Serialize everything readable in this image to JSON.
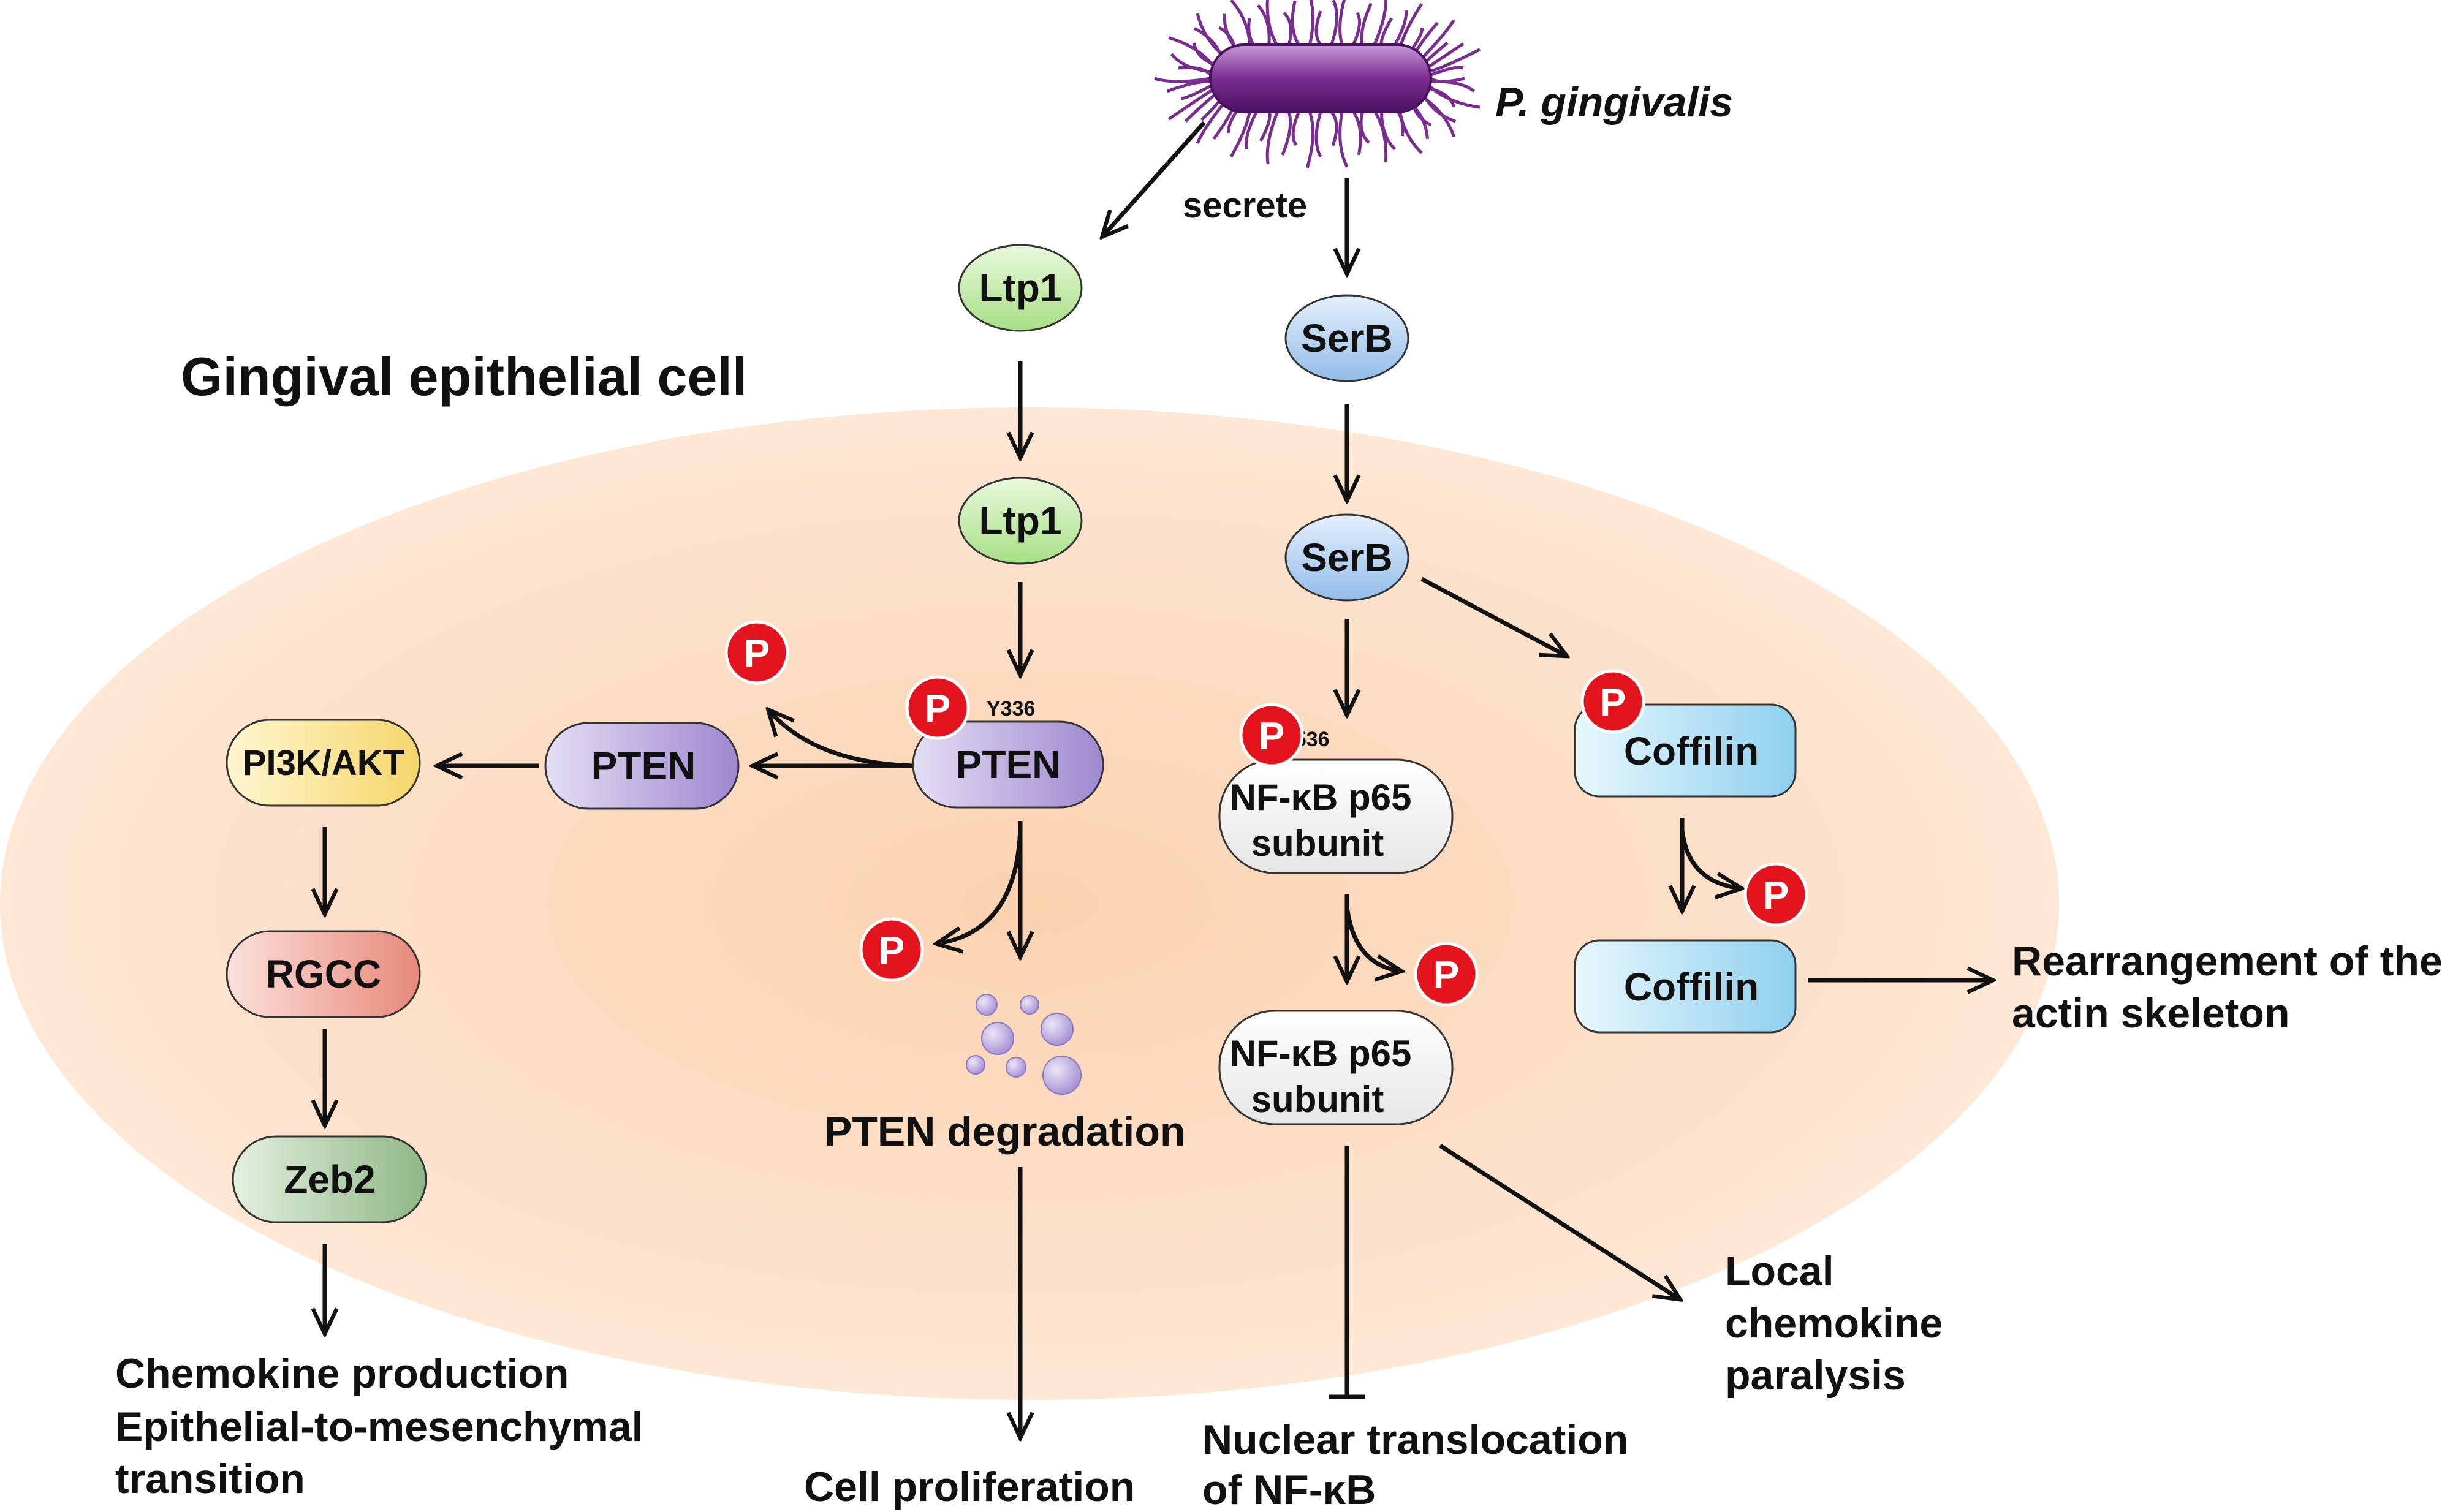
{
  "bacterium": {
    "name": "P. gingivalis"
  },
  "cell_label": "Gingival epithelial cell",
  "secrete_label": "secrete",
  "nodes": {
    "ltp1_outer": "Ltp1",
    "ltp1_inner": "Ltp1",
    "serb_outer": "SerB",
    "serb_inner": "SerB",
    "pten_phospho": "PTEN",
    "pten": "PTEN",
    "pi3k_akt": "PI3K/AKT",
    "rgcc": "RGCC",
    "zeb2": "Zeb2",
    "nfkb_phospho_line1": "NF-κB p65",
    "nfkb_phospho_line2": "subunit",
    "nfkb_line1": "NF-κB p65",
    "nfkb_line2": "subunit",
    "coffilin_phospho": "Coffilin",
    "coffilin": "Coffilin"
  },
  "sites": {
    "pten": "Y336",
    "nfkb": "S536"
  },
  "phospho_symbol": "P",
  "outcomes": {
    "pten_degradation": "PTEN degradation",
    "cell_proliferation": "Cell proliferation",
    "chemokine_production": "Chemokine production",
    "emt_line1": "Epithelial-to-mesenchymal",
    "emt_line2": "transition",
    "nuclear_translocation_line1": "Nuclear translocation",
    "nuclear_translocation_line2": "of NF-κB",
    "local_chemokine_line1": "Local",
    "local_chemokine_line2": "chemokine",
    "local_chemokine_line3": "paralysis",
    "actin_line1": "Rearrangement of the",
    "actin_line2": "actin skeleton"
  },
  "colors": {
    "cell_fill_center": "#fbd9bd",
    "cell_fill_edge": "#fde8d6",
    "ltp1": "#b9e89a",
    "serb": "#a9cdf0",
    "pten": "#b4a3d8",
    "pi3k_akt": "#f6e08a",
    "rgcc": "#ec9c90",
    "zeb2": "#a9c9a1",
    "nfkb": "#eeeeee",
    "coffilin": "#a8daf2",
    "phospho": "#e3141d",
    "bacterium": "#7a2d91"
  }
}
